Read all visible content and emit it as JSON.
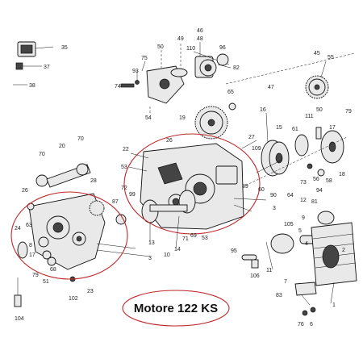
{
  "caption": "Motore 122 KS",
  "callouts": [
    "35",
    "37",
    "38",
    "75",
    "50",
    "49",
    "46",
    "48",
    "110",
    "96",
    "82",
    "93",
    "74",
    "54",
    "47",
    "45",
    "55",
    "65",
    "19",
    "16",
    "15",
    "61",
    "50",
    "111",
    "17",
    "79",
    "26",
    "27",
    "22",
    "109",
    "53",
    "70",
    "20",
    "70",
    "28",
    "26",
    "72",
    "99",
    "87",
    "89",
    "90",
    "3",
    "60",
    "64",
    "73",
    "56",
    "12",
    "58",
    "18",
    "94",
    "81",
    "24",
    "63",
    "8",
    "17",
    "68",
    "79",
    "51",
    "23",
    "13",
    "10",
    "14",
    "71",
    "69",
    "53",
    "9",
    "105",
    "5",
    "4",
    "95",
    "11",
    "3",
    "106",
    "102",
    "104",
    "7",
    "83",
    "76",
    "6",
    "1",
    "2"
  ],
  "colors": {
    "highlight": "#c0282d",
    "ink": "#111111",
    "part_fill": "#e9e9e9"
  }
}
